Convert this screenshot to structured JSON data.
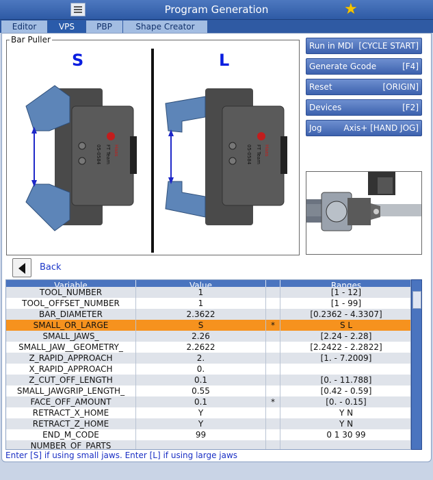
{
  "window": {
    "title": "Program Generation"
  },
  "tabs": [
    {
      "label": "Editor"
    },
    {
      "label": "VPS"
    },
    {
      "label": "PBP"
    },
    {
      "label": "Shape Creator"
    }
  ],
  "group": {
    "label": "Bar Puller",
    "small_letter": "S",
    "large_letter": "L",
    "puller_text_1": "05-0584",
    "puller_text_2": "FT Team",
    "puller_text_3": "Haas"
  },
  "actions": [
    {
      "left": "Run in MDI",
      "right": "[CYCLE START]"
    },
    {
      "left": "Generate Gcode",
      "right": "[F4]"
    },
    {
      "left": "Reset",
      "right": "[ORIGIN]"
    },
    {
      "left": "Devices",
      "right": "[F2]"
    },
    {
      "left": "Jog",
      "right": "Axis+ [HAND JOG]"
    }
  ],
  "back": {
    "label": "Back"
  },
  "table": {
    "headers": [
      "Variable",
      "Value",
      "",
      "Ranges"
    ],
    "rows": [
      [
        "TOOL_NUMBER",
        "1",
        "",
        "[1 - 12]"
      ],
      [
        "TOOL_OFFSET_NUMBER",
        "1",
        "",
        "[1 - 99]"
      ],
      [
        "BAR_DIAMETER",
        "2.3622",
        "",
        "[0.2362 - 4.3307]"
      ],
      [
        "SMALL_OR_LARGE",
        "S",
        "*",
        "S L"
      ],
      [
        "SMALL_JAWS_",
        "2.26",
        "",
        "[2.24 - 2.28]"
      ],
      [
        "SMALL_JAW__GEOMETRY_",
        "2.2622",
        "",
        "[2.2422 - 2.2822]"
      ],
      [
        "Z_RAPID_APPROACH",
        "2.",
        "",
        "[1. - 7.2009]"
      ],
      [
        "X_RAPID_APPROACH",
        "0.",
        "",
        ""
      ],
      [
        "Z_CUT_OFF_LENGTH",
        "0.1",
        "",
        "[0. - 11.788]"
      ],
      [
        "SMALL_JAWGRIP_LENGTH_",
        "0.55",
        "",
        "[0.42 - 0.59]"
      ],
      [
        "FACE_OFF_AMOUNT",
        "0.1",
        "*",
        "[0. - 0.15]"
      ],
      [
        "RETRACT_X_HOME",
        "Y",
        "",
        "Y N"
      ],
      [
        "RETRACT_Z_HOME",
        "Y",
        "",
        "Y N"
      ],
      [
        "END_M_CODE",
        "99",
        "",
        "0 1 30 99"
      ],
      [
        "NUMBER_OF_PARTS",
        "",
        "",
        ""
      ]
    ]
  },
  "status": "Enter [S] if using small jaws. Enter [L] if using large jaws",
  "colors": {
    "accent": "#4a74bf",
    "selected_row": "#f6921e",
    "letter": "#0a1ee0",
    "star": "#f5c400"
  }
}
